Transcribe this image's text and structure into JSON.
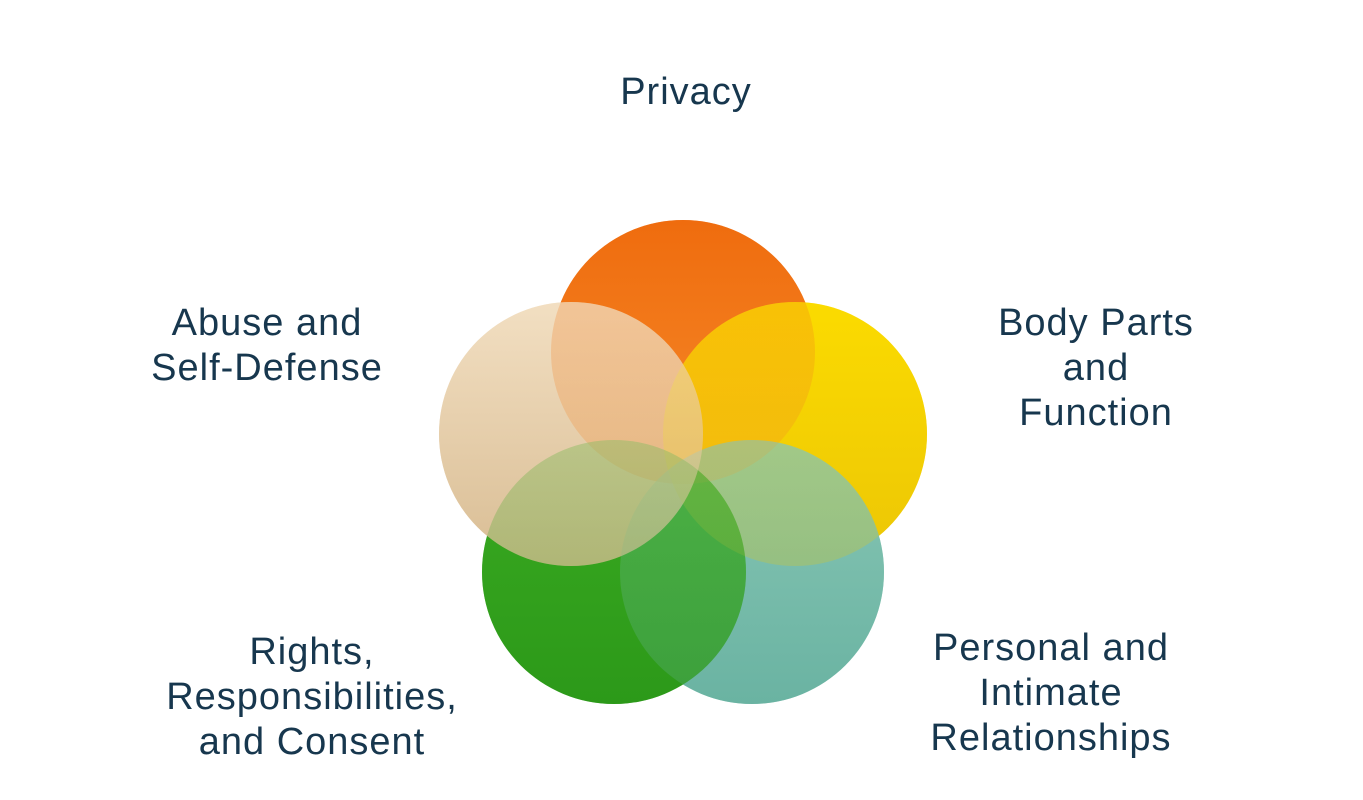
{
  "diagram": {
    "type": "venn-flower",
    "background_color": "#FFFFFF",
    "text_color": "#17374E",
    "labels": {
      "privacy": "Privacy",
      "abuse": "Abuse and\nSelf-Defense",
      "body_parts": "Body Parts and\nFunction",
      "rights": "Rights,\nResponsibilities,\nand Consent",
      "personal": "Personal and\nIntimate\nRelationships"
    },
    "circles": [
      {
        "name": "privacy-circle",
        "position": "top",
        "color_top": "#EF6C0E",
        "color_bottom": "#F68A2A"
      },
      {
        "name": "body-parts-circle",
        "position": "upper-right",
        "color_top": "#FBDB00",
        "color_bottom": "#ECC606"
      },
      {
        "name": "relationships-circle",
        "position": "lower-right",
        "color_top": "#87C6B4",
        "color_bottom": "#6AB3A2"
      },
      {
        "name": "rights-circle",
        "position": "lower-left",
        "color_top": "#3AAA21",
        "color_bottom": "#2C9919"
      },
      {
        "name": "abuse-circle",
        "position": "upper-left",
        "color_top": "#F2DFC2",
        "color_bottom": "#D9BD94"
      }
    ]
  }
}
